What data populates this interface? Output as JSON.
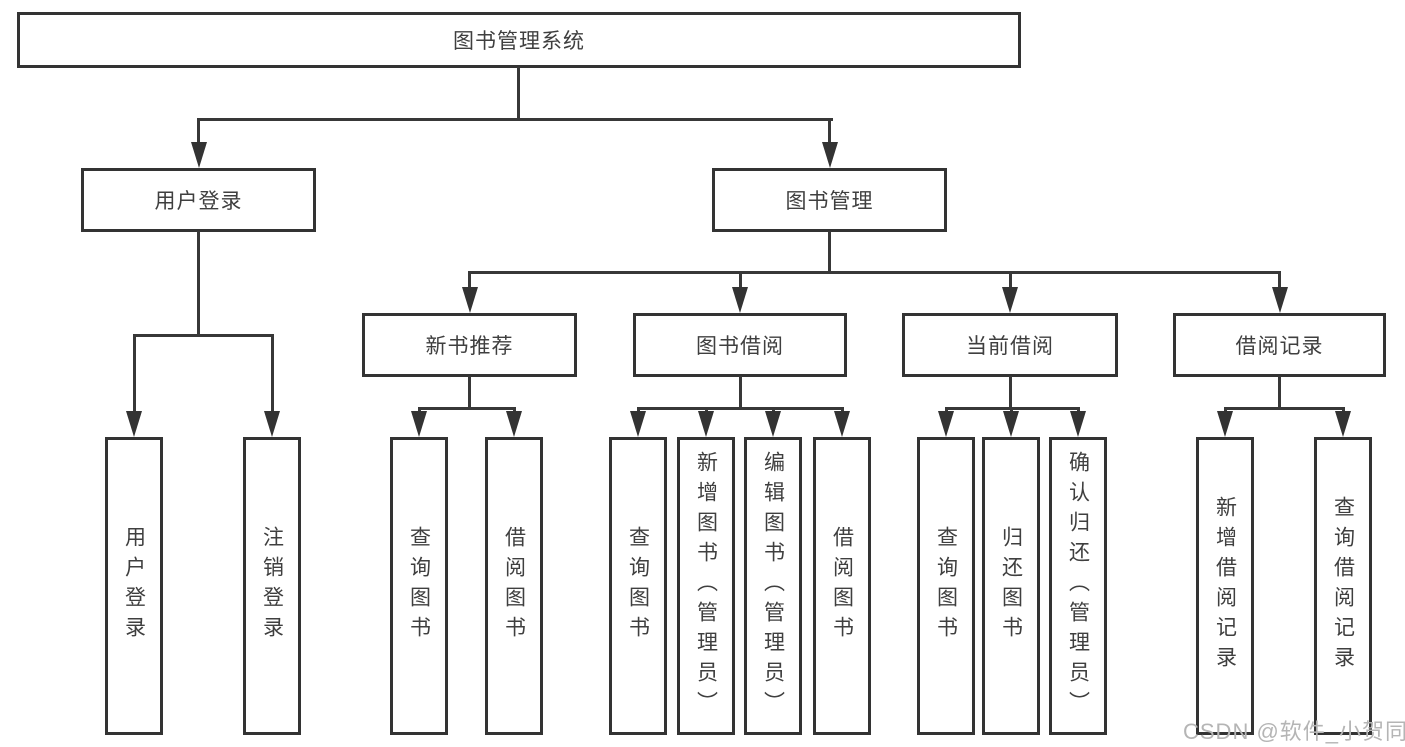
{
  "tree": {
    "root": {
      "label": "图书管理系统"
    },
    "level2": [
      {
        "label": "用户登录",
        "children": [
          {
            "label": "用户登录"
          },
          {
            "label": "注销登录"
          }
        ]
      },
      {
        "label": "图书管理",
        "children": [
          {
            "label": "新书推荐",
            "children": [
              {
                "label": "查询图书"
              },
              {
                "label": "借阅图书"
              }
            ]
          },
          {
            "label": "图书借阅",
            "children": [
              {
                "label": "查询图书"
              },
              {
                "label": "新增图书（管理员）"
              },
              {
                "label": "编辑图书（管理员）"
              },
              {
                "label": "借阅图书"
              }
            ]
          },
          {
            "label": "当前借阅",
            "children": [
              {
                "label": "查询图书"
              },
              {
                "label": "归还图书"
              },
              {
                "label": "确认归还（管理员）"
              }
            ]
          },
          {
            "label": "借阅记录",
            "children": [
              {
                "label": "新增借阅记录"
              },
              {
                "label": "查询借阅记录"
              }
            ]
          }
        ]
      }
    ]
  },
  "watermark": {
    "text": "CSDN @软件_小贺同学"
  },
  "colors": {
    "line": "#333333",
    "text": "#3f3f3f",
    "watermark": "#b5b5b5",
    "background": "#ffffff"
  }
}
